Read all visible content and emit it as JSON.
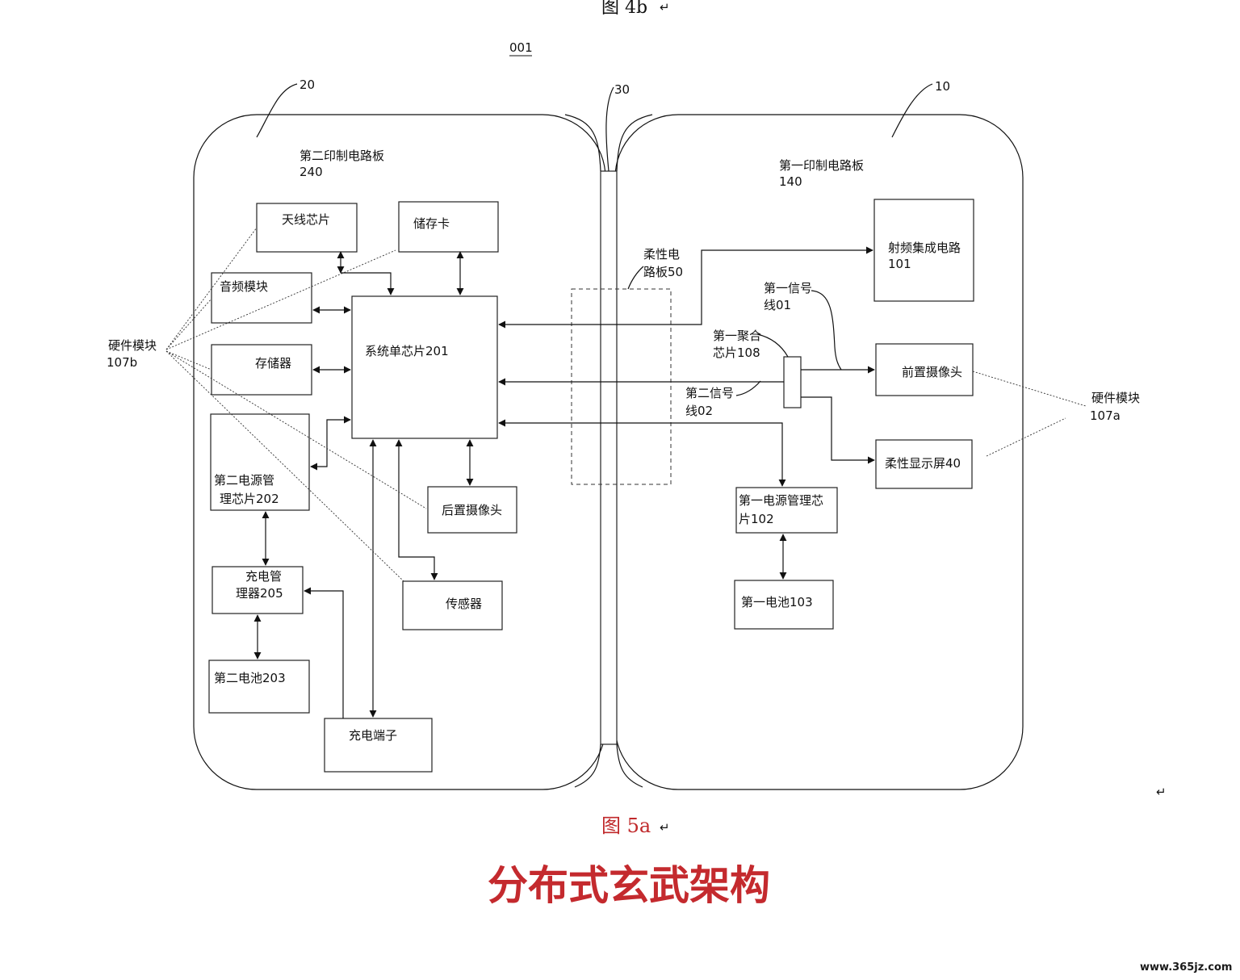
{
  "captions": {
    "top": "图 4b",
    "device_ref": "001",
    "figure": "图 5a",
    "banner": "分布式玄武架构",
    "watermark": "www.365jz.com",
    "return_mark": "↵"
  },
  "refs": {
    "second_half": "20",
    "hinge": "30",
    "first_half": "10"
  },
  "left_board": {
    "title": "第二印制电路板",
    "number": "240",
    "antenna": "天线芯片",
    "storage_card": "储存卡",
    "audio": "音频模块",
    "soc": "系统单芯片201",
    "memory": "存储器",
    "pmic2_line1": "第二电源管",
    "pmic2_line2": "理芯片202",
    "rear_camera": "后置摄像头",
    "charge_mgr_line1": "充电管",
    "charge_mgr_line2": "理器205",
    "sensor": "传感器",
    "battery2": "第二电池203",
    "charge_port": "充电端子",
    "hw_module_label": "硬件模块",
    "hw_module_number": "107b"
  },
  "hinge_area": {
    "flex_board_line1": "柔性电",
    "flex_board_line2": "路板50"
  },
  "right_board": {
    "title": "第一印制电路板",
    "number": "140",
    "rf_line1": "射频集成电路",
    "rf_line2": "101",
    "signal1_line1": "第一信号",
    "signal1_line2": "线01",
    "agg_line1": "第一聚合",
    "agg_line2": "芯片108",
    "front_camera": "前置摄像头",
    "signal2_line1": "第二信号",
    "signal2_line2": "线02",
    "flex_display": "柔性显示屏40",
    "pmic1_line1": "第一电源管理芯",
    "pmic1_line2": "片102",
    "battery1": "第一电池103",
    "hw_module_label": "硬件模块",
    "hw_module_number": "107a"
  }
}
